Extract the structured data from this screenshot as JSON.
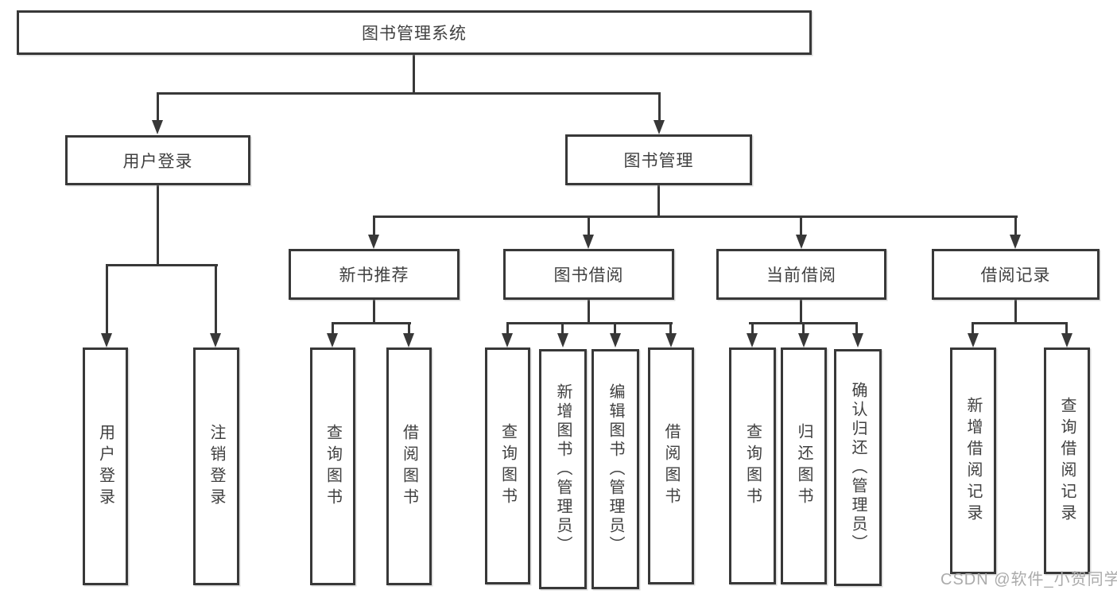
{
  "tree": {
    "root": {
      "label": "图书管理系统"
    },
    "branches": [
      {
        "label": "用户登录",
        "children": [
          {
            "label": "用户登录"
          },
          {
            "label": "注销登录"
          }
        ]
      },
      {
        "label": "图书管理",
        "children": [
          {
            "label": "新书推荐",
            "children": [
              {
                "label": "查询图书"
              },
              {
                "label": "借阅图书"
              }
            ]
          },
          {
            "label": "图书借阅",
            "children": [
              {
                "label": "查询图书"
              },
              {
                "label": "新增图书（管理员）"
              },
              {
                "label": "编辑图书（管理员）"
              },
              {
                "label": "借阅图书"
              }
            ]
          },
          {
            "label": "当前借阅",
            "children": [
              {
                "label": "查询图书"
              },
              {
                "label": "归还图书"
              },
              {
                "label": "确认归还（管理员）"
              }
            ]
          },
          {
            "label": "借阅记录",
            "children": [
              {
                "label": "新增借阅记录"
              },
              {
                "label": "查询借阅记录"
              }
            ]
          }
        ]
      }
    ]
  },
  "watermark": {
    "text": "CSDN @软件_小贺同学",
    "color": "#ababab"
  },
  "colors": {
    "line": "#383838",
    "box_border": "#383838",
    "box_bg": "#ffffff",
    "text": "#404040",
    "background": "#ffffff"
  }
}
